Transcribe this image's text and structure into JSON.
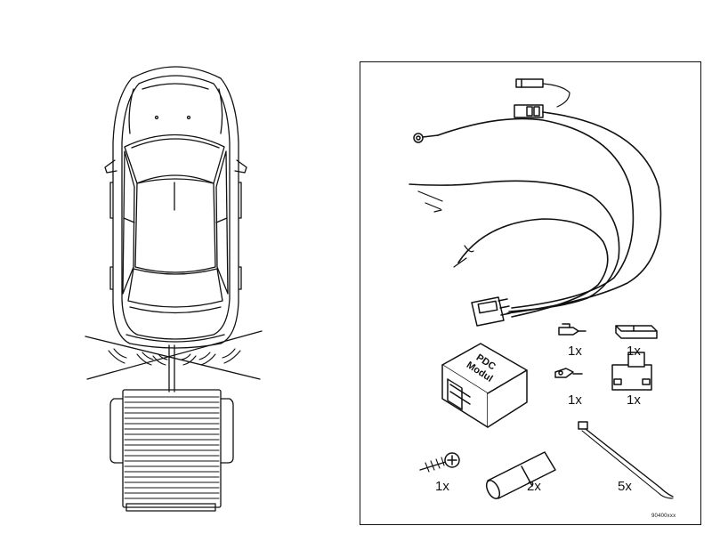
{
  "module": {
    "label": "PDC Modul"
  },
  "parts": {
    "connector_female_small": {
      "qty": "1x",
      "icon": "blade-connector-female-icon"
    },
    "connector_housing_small": {
      "qty": "1x",
      "icon": "connector-housing-icon"
    },
    "connector_male_small": {
      "qty": "1x",
      "icon": "blade-connector-male-icon"
    },
    "connector_housing_2pin": {
      "qty": "1x",
      "icon": "two-pin-connector-housing-icon"
    },
    "screw": {
      "qty": "1x",
      "icon": "self-tapping-screw-icon"
    },
    "heat_shrink": {
      "qty": "2x",
      "icon": "heat-shrink-tube-icon"
    },
    "cable_tie": {
      "qty": "5x",
      "icon": "cable-tie-icon"
    }
  },
  "reference_code": "90400xxx",
  "colors": {
    "line": "#111111",
    "background": "#ffffff"
  }
}
